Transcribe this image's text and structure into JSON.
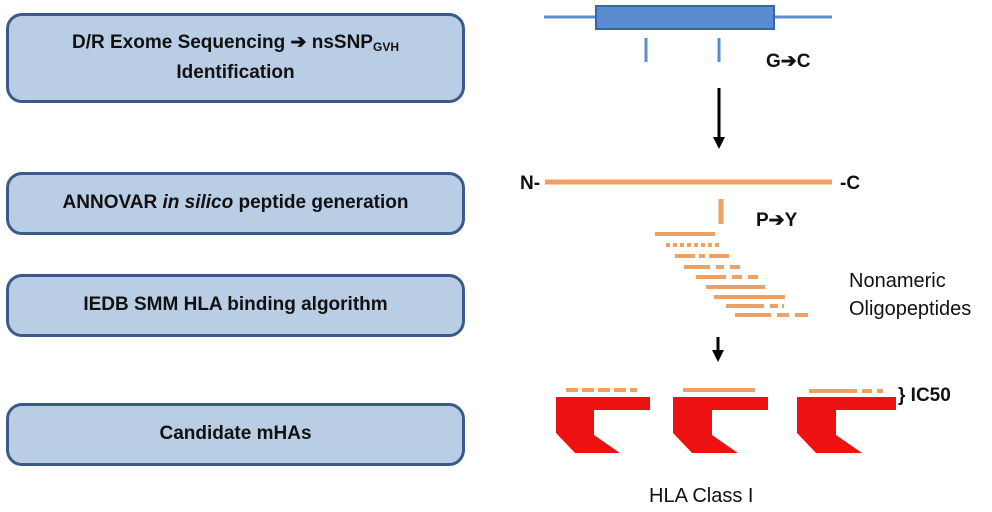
{
  "steps": [
    {
      "line1_prefix": "D/R Exome Sequencing ",
      "arrow": "➔",
      "line1_mid": " nsSNP",
      "subscript": "GVH",
      "line2": "Identification"
    },
    {
      "prefix": "ANNOVAR ",
      "italic": "in silico",
      "suffix": " peptide generation"
    },
    {
      "label": "IEDB SMM HLA binding algorithm"
    },
    {
      "label": "Candidate mHAs"
    }
  ],
  "labels": {
    "gc_change": "G➔C",
    "n_terminus": "N-",
    "c_terminus": "-C",
    "py_change": "P➔Y",
    "nonameric_line1": "Nonameric",
    "nonameric_line2": "Oligopeptides",
    "ic50": "} IC50",
    "hla_class": "HLA Class I"
  },
  "colors": {
    "box_fill": "#b9cde5",
    "box_border": "#3b5a8a",
    "gene_blue": "#5b8bd0",
    "peptide_orange": "#f0a060",
    "hla_red": "#ee1111"
  }
}
